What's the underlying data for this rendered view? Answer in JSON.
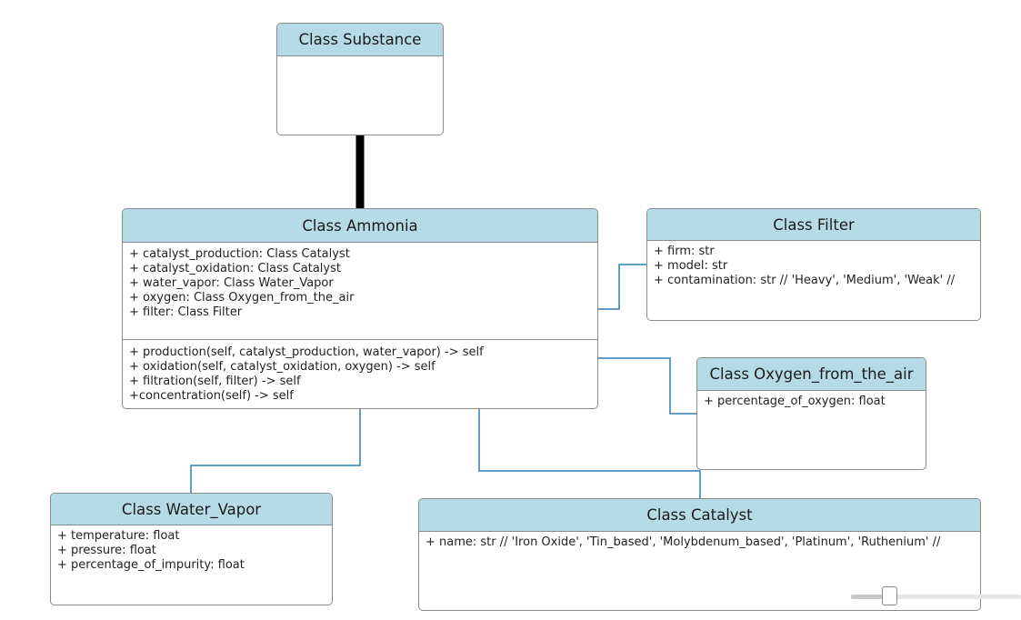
{
  "classes": {
    "substance": {
      "title": "Class Substance",
      "attributes": [],
      "methods": []
    },
    "ammonia": {
      "title": "Class Ammonia",
      "attributes": [
        "+ catalyst_production: Class Catalyst",
        "+ catalyst_oxidation: Class Catalyst",
        "+ water_vapor: Class Water_Vapor",
        "+ oxygen: Class Oxygen_from_the_air",
        "+ filter: Class Filter"
      ],
      "methods": [
        "+ production(self, catalyst_production, water_vapor) -> self",
        "+ oxidation(self, catalyst_oxidation, oxygen) -> self",
        "+ filtration(self, filter) -> self",
        "+concentration(self) -> self"
      ]
    },
    "filter": {
      "title": "Class Filter",
      "attributes": [
        "+ firm: str",
        "+ model: str",
        "+ contamination: str // 'Heavy', 'Medium', 'Weak' //"
      ]
    },
    "oxygen": {
      "title": "Class Oxygen_from_the_air",
      "attributes": [
        "+ percentage_of_oxygen: float"
      ]
    },
    "water_vapor": {
      "title": "Class Water_Vapor",
      "attributes": [
        "+ temperature: float",
        "+ pressure: float",
        "+ percentage_of_impurity: float"
      ]
    },
    "catalyst": {
      "title": "Class Catalyst",
      "attributes": [
        "+ name: str // 'Iron Oxide', 'Tin_based', 'Molybdenum_based', 'Platinum', 'Ruthenium' //"
      ]
    }
  },
  "colors": {
    "header": "#b5dce6",
    "border": "#8a8a8a",
    "association_line": "#2f7fae",
    "inheritance_line": "#000000"
  },
  "zoom_slider": {
    "value": 0.23
  }
}
